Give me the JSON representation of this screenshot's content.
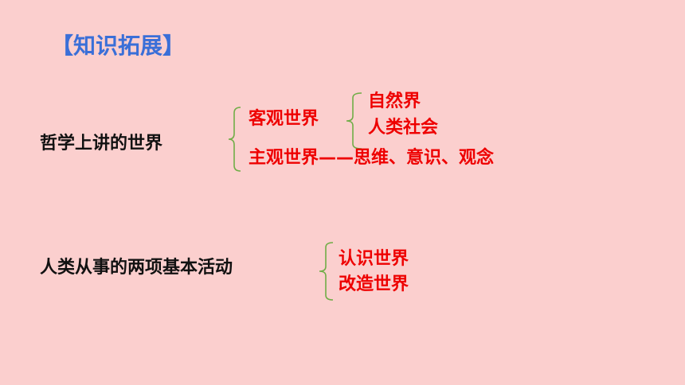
{
  "slide": {
    "title": "【知识拓展】",
    "section1": {
      "label": "哲学上讲的世界",
      "objective": "客观世界",
      "objective_children": [
        "自然界",
        "人类社会"
      ],
      "subjective": "主观世界——思维、意识、观念"
    },
    "section2": {
      "label": "人类从事的两项基本活动",
      "items": [
        "认识世界",
        "改造世界"
      ]
    }
  },
  "colors": {
    "background": "#fbcfce",
    "title": "#3a6fd8",
    "red": "#ee0000",
    "bracket": "#70ad47"
  }
}
